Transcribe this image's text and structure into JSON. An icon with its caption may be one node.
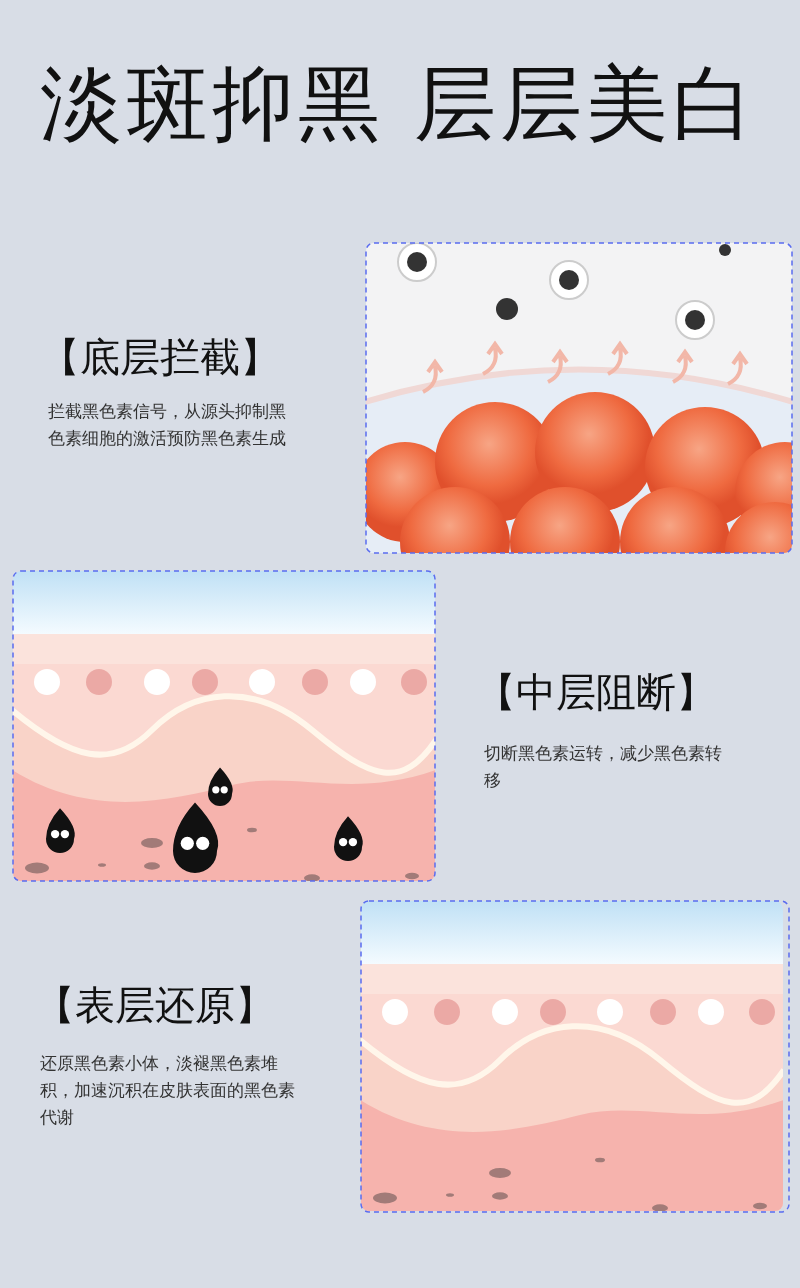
{
  "diagram": {
    "title": "淡斑抑黑 层层美白",
    "labels": [
      "【底层拦截】",
      "拦截黑色素信号，从源头抑制黑色素细胞的激活预防黑色素生成",
      "【中层阻断】",
      "切断黑色素运转，减少黑色素转移",
      "【表层还原】",
      "还原黑色素小体，淡褪黑色素堆积，加速沉积在皮肤表面的黑色素代谢"
    ]
  }
}
